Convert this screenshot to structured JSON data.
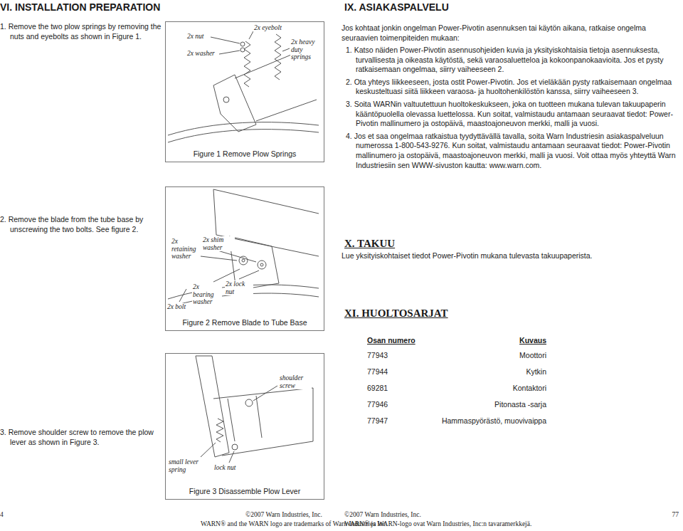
{
  "diagram": {
    "nodes": [
      {
        "text": [
          "Figure 1 Remove Plow Springs"
        ]
      },
      {
        "text": [
          "Figure 2 Remove Blade to Tube Base"
        ]
      },
      {
        "text": [
          "Figure 3 Disassemble Plow Lever"
        ]
      }
    ],
    "edges": [],
    "labels": [
      "VI. INSTALLATION PREPARATION",
      "1. Remove the two plow springs by removing the nuts and eyebolts as shown in Figure 1.",
      "2x nut",
      "2x washer",
      "2x eyebolt",
      "2x heavy duty springs",
      "2. Remove the blade from the tube base by unscrewing the two bolts. See figure 2.",
      "2x retaining washer",
      "2x shim washer",
      "2x bearing washer",
      "2x lock nut",
      "2x bolt",
      "3. Remove shoulder screw to remove the plow lever as shown in Figure 3.",
      "shoulder screw",
      "small lever spring",
      "lock nut",
      "4",
      "©2007 Warn Industries, Inc.",
      "WARN® and the WARN logo are trademarks of Warn Industries Inc.",
      "IX. ASIAKASPALVELU",
      "Jos kohtaat jonkin ongelman Power-Pivotin asennuksen tai käytön aikana, ratkaise ongelma seuraavien toimenpiteiden mukaan:",
      "1. Katso näiden Power-Pivotin asennusohjeiden kuvia ja yksityiskohtaisia tietoja asennuksesta, turvallisesta ja oikeasta käytöstä, sekä varaosaluetteloa ja kokoonpanokaavioita. Jos et pysty ratkaisemaan ongelmaa, siirry vaiheeseen 2.",
      "2. Ota yhteys liikkeeseen, josta ostit Power-Pivotin. Jos et vieläkään pysty ratkaisemaan ongelmaa keskusteltuasi siitä liikkeen varaosa- ja huoltohenkilöstön kanssa, siirry vaiheeseen 3.",
      "3. Soita WARNin valtuutettuun huoltokeskukseen, joka on tuotteen mukana tulevan takuupaperin kääntöpuolella olevassa luettelossa. Kun soitat, valmistaudu antamaan seuraavat tiedot: Power-Pivotin mallinumero ja ostopäivä, maastoajoneuvon merkki, malli ja vuosi.",
      "4. Jos et saa ongelmaa ratkaistua tyydyttävällä tavalla, soita Warn Industriesin asiakaspalveluun numerossa 1-800-543-9276. Kun soitat, valmistaudu antamaan seuraavat tiedot: Power-Pivotin mallinumero ja ostopäivä, maastoajoneuvon merkki, malli ja vuosi. Voit ottaa myös yhteyttä Warn Industriesiin sen WWW-sivuston kautta: www.warn.com.",
      "X. TAKUU",
      "Lue yksityiskohtaiset tiedot Power-Pivotin mukana tulevasta takuupaperista.",
      "XI. HUOLTOSARJAT",
      "Osan numero",
      "Kuvaus",
      "77943",
      "Moottori",
      "77944",
      "Kytkin",
      "69281",
      "Kontaktori",
      "77946",
      "Pitonasta -sarja",
      "77947",
      "Hammaspyörästö, muovivaippa",
      "©2007 Warn Industries, Inc.",
      "77",
      "WARN® ja WARN-logo ovat Warn Industries, Inc:n tavaramerkkejä."
    ]
  }
}
